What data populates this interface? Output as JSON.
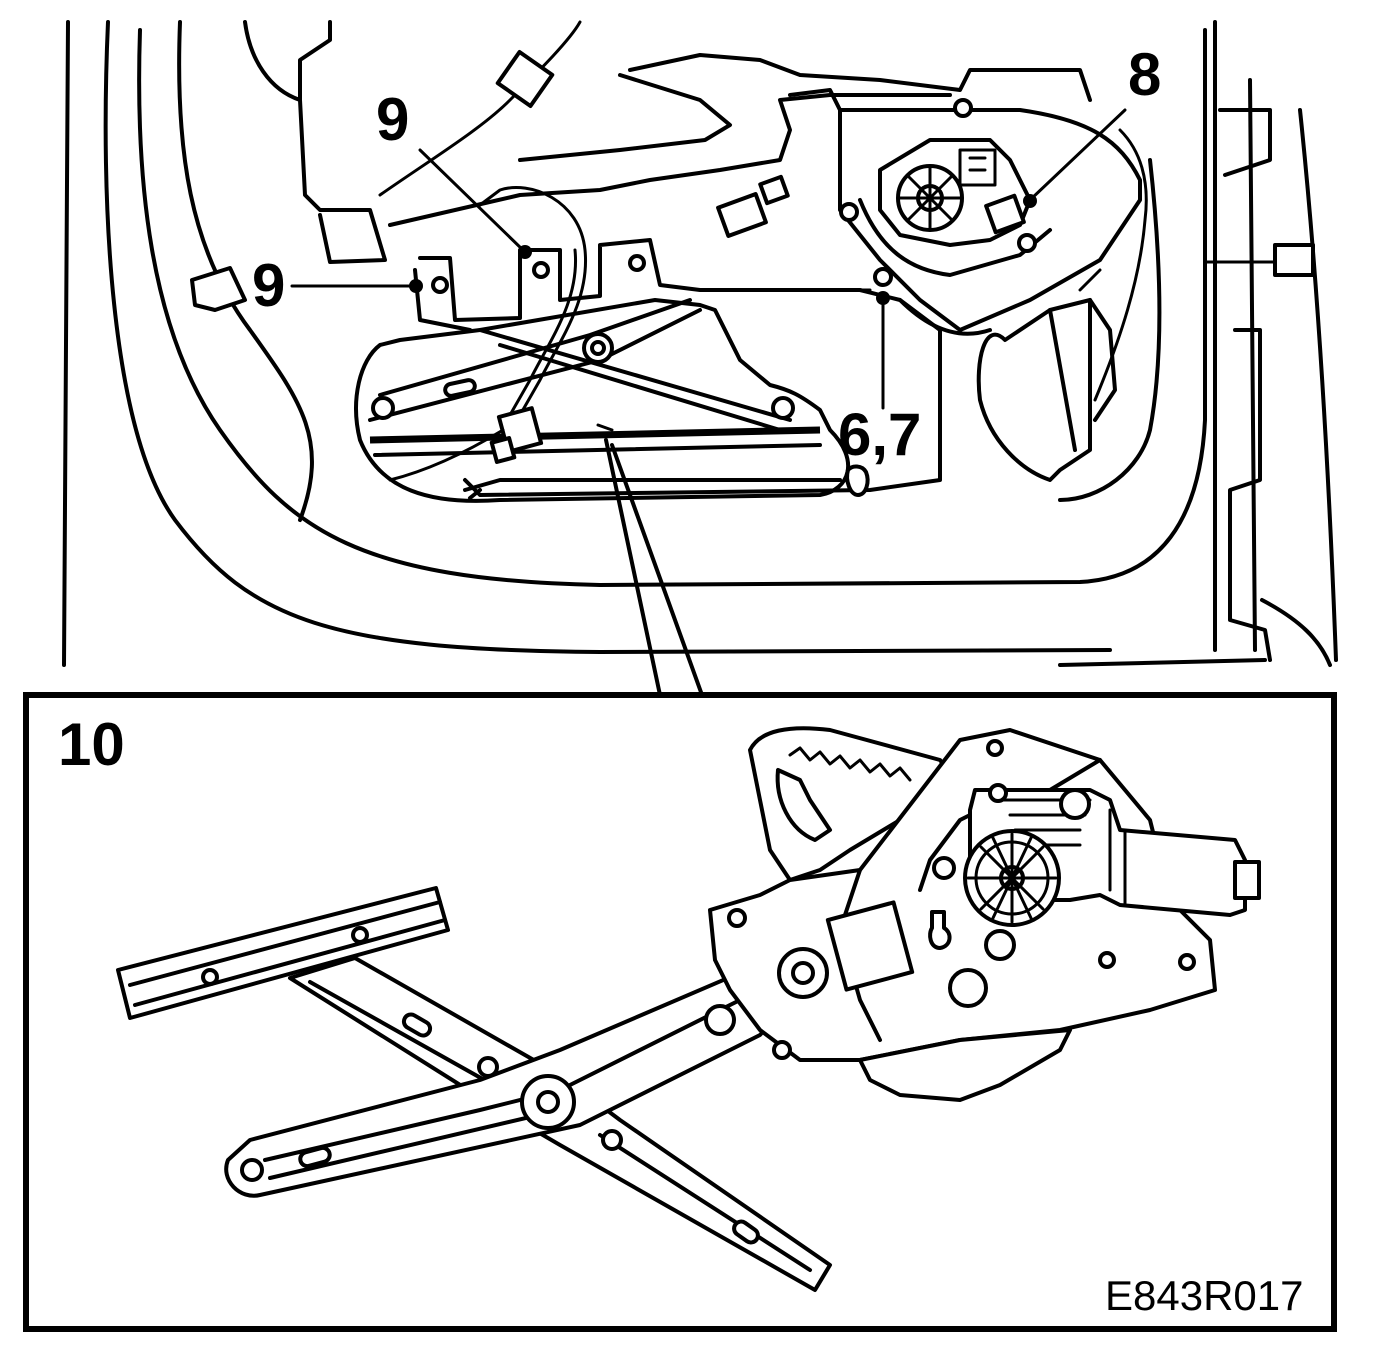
{
  "callouts": {
    "nine_upper": "9",
    "nine_left": "9",
    "eight": "8",
    "six_seven": "6,7",
    "ten": "10"
  },
  "figure_code": "E843R017",
  "colors": {
    "ink": "#000000",
    "paper": "#ffffff"
  }
}
